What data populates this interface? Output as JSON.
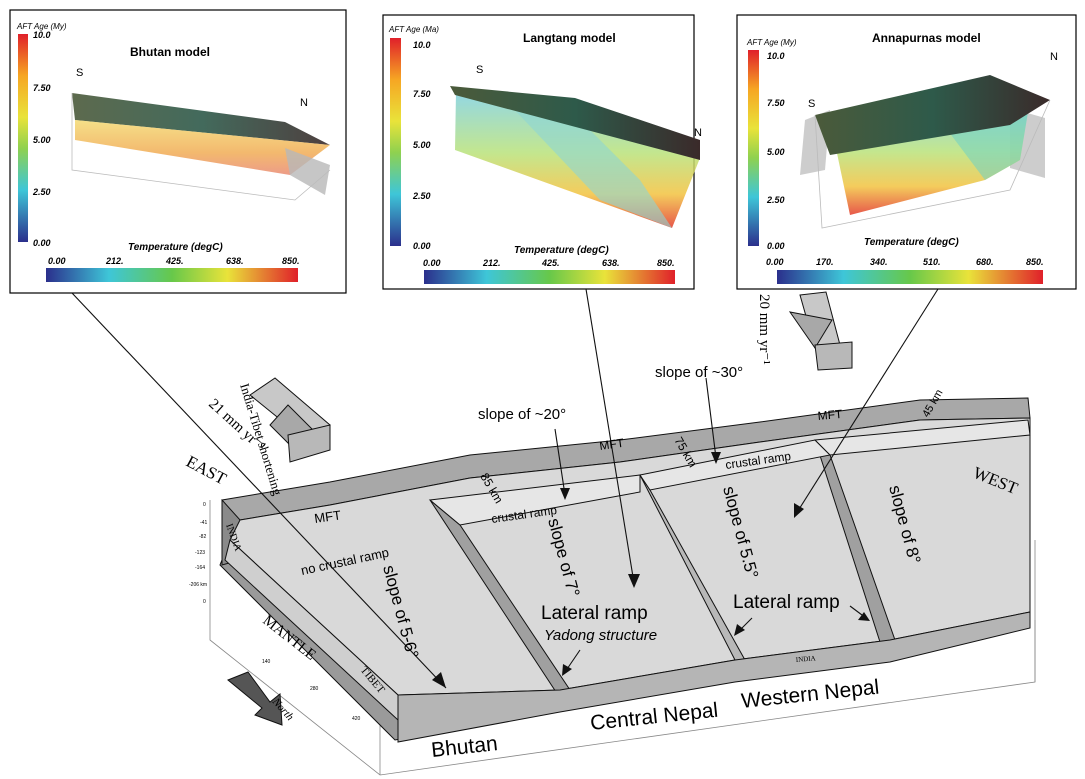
{
  "panels": [
    {
      "title": "Bhutan model",
      "colorbar_label": "AFT Age (My)",
      "colorbar_ticks": [
        "10.0",
        "7.50",
        "5.00",
        "2.50",
        "0.00"
      ],
      "temp_label": "Temperature (degC)",
      "temp_ticks": [
        "0.00",
        "212.",
        "425.",
        "638.",
        "850."
      ],
      "south": "S",
      "north": "N"
    },
    {
      "title": "Langtang model",
      "colorbar_label": "AFT Age (Ma)",
      "colorbar_ticks": [
        "10.0",
        "7.50",
        "5.00",
        "2.50",
        "0.00"
      ],
      "temp_label": "Temperature (degC)",
      "temp_ticks": [
        "0.00",
        "212.",
        "425.",
        "638.",
        "850."
      ],
      "south": "S",
      "north": "N"
    },
    {
      "title": "Annapurnas model",
      "colorbar_label": "AFT Age (My)",
      "colorbar_ticks": [
        "10.0",
        "7.50",
        "5.00",
        "2.50",
        "0.00"
      ],
      "temp_label": "Temperature (degC)",
      "temp_ticks": [
        "0.00",
        "170.",
        "340.",
        "510.",
        "680.",
        "850."
      ],
      "south": "S",
      "north": "N"
    }
  ],
  "arrows": {
    "shortening_label": "India-Tibet shortening",
    "rate_east": "21 mm yr⁻¹",
    "rate_west": "20 mm yr⁻¹",
    "north_label": "North"
  },
  "block": {
    "east": "EAST",
    "west": "WEST",
    "mantle": "MANTLE",
    "india": "INDIA",
    "tibet": "TIBET",
    "india_small": "INDIA",
    "mft": "MFT",
    "thickness_label": "45 km",
    "slope_20": "slope of ~20°",
    "slope_30": "slope of ~30°",
    "km_85": "85 km",
    "km_75": "75 km",
    "crustal_ramp": "crustal ramp",
    "no_crustal_ramp": "no crustal ramp",
    "slope_bhutan": "slope of 5-6°",
    "slope_central": "slope of 7°",
    "slope_west_central": "slope of 5.5°",
    "slope_west": "slope of 8°",
    "lateral_ramp": "Lateral ramp",
    "yadong": "Yadong structure",
    "bhutan": "Bhutan",
    "central_nepal": "Central Nepal",
    "western_nepal": "Western Nepal",
    "depth_ticks": [
      "0",
      "-41",
      "-82",
      "-123",
      "-164",
      "-206 km",
      "0"
    ],
    "dist_ticks": [
      "140",
      "280",
      "420"
    ]
  },
  "colors": {
    "block_fill": "#d9d9d9",
    "block_dark": "#9a9a9a",
    "block_top": "#bdbdbd",
    "line": "#111111"
  }
}
